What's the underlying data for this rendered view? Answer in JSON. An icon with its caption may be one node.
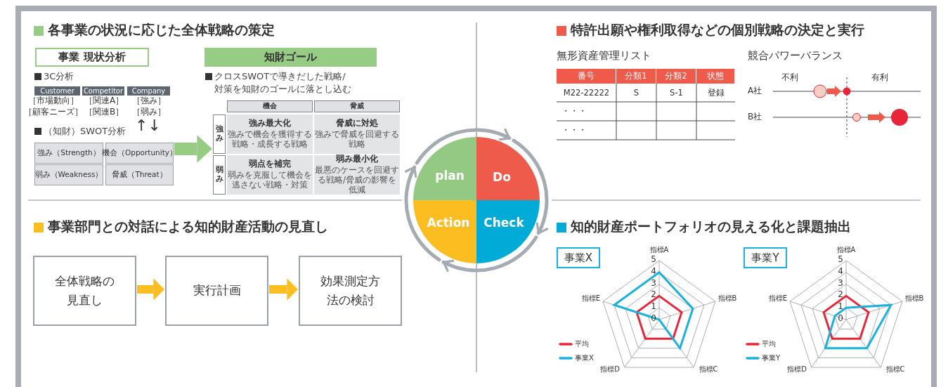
{
  "diagram": {
    "nodes": [
      {
        "text": [
          "事業 現状分析"
        ]
      },
      {
        "text": [
          "強み（Strength）"
        ]
      },
      {
        "text": [
          "機会（Opportunity）"
        ]
      },
      {
        "text": [
          "弱み（Weakness）"
        ]
      },
      {
        "text": [
          "脅威（Threat）"
        ]
      },
      {
        "text": [
          "知財ゴール"
        ]
      },
      {
        "text": [
          "機会"
        ]
      },
      {
        "text": [
          "脅威"
        ]
      },
      {
        "text": [
          "強み"
        ]
      },
      {
        "text": [
          "弱み"
        ]
      },
      {
        "text": [
          "強み最大化",
          "強みで機会を獲得する戦略・成長する戦略"
        ]
      },
      {
        "text": [
          "脅威に対処",
          "強みで脅威を回避する戦略"
        ]
      },
      {
        "text": [
          "弱点を補完",
          "弱みを克服して機会を逃さない戦略・対策"
        ]
      },
      {
        "text": [
          "弱み最小化",
          "最悪のケースを回避する戦略/脅威の影響を低減"
        ]
      },
      {
        "text": [
          "plan"
        ]
      },
      {
        "text": [
          "Do"
        ]
      },
      {
        "text": [
          "Action"
        ]
      },
      {
        "text": [
          "Check"
        ]
      },
      {
        "text": [
          "全体戦略の見直し"
        ]
      },
      {
        "text": [
          "実行計画"
        ]
      },
      {
        "text": [
          "効果測定方法の検討"
        ]
      },
      {
        "text": [
          "事業X"
        ]
      },
      {
        "text": [
          "事業Y"
        ]
      }
    ],
    "edges": [
      {
        "from": 2,
        "to": 8,
        "arrow": "to",
        "style": "thick",
        "color": "#97cc84"
      },
      {
        "from": 14,
        "to": 15,
        "arrow": "to"
      },
      {
        "from": 15,
        "to": 17,
        "arrow": "to"
      },
      {
        "from": 17,
        "to": 16,
        "arrow": "to"
      },
      {
        "from": 16,
        "to": 14,
        "arrow": "to"
      },
      {
        "from": 18,
        "to": 19,
        "arrow": "to",
        "style": "thick",
        "color": "#fbbd1f"
      },
      {
        "from": 19,
        "to": 20,
        "arrow": "to",
        "style": "thick",
        "color": "#fbbd1f"
      }
    ],
    "labels": [
      "各事業の状況に応じた全体戦略の策定",
      "3C分析",
      "Customer",
      "Competitor",
      "Company",
      "［市場動向］",
      "［関連A］",
      "［強み］",
      "［顧客ニーズ］",
      "［関連B］",
      "［弱み］",
      "（知財）SWOT分析",
      "↑↓",
      "クロスSWOTで導きだした戦略/対策を知財のゴールに落とし込む",
      "特許出願や権利取得などの個別戦略の決定と実行",
      "無形資産管理リスト",
      "競合パワーバランス",
      "番号",
      "分類1",
      "分類2",
      "状態",
      "M22-22222",
      "S",
      "S-1",
      "登録",
      "・・・",
      "・・・",
      "不利",
      "有利",
      "A社",
      "B社",
      "事業部門との対話による知的財産活動の見直し",
      "知的財産ポートフォリオの見える化と課題抽出",
      "指標A",
      "5",
      "4",
      "3",
      "2",
      "1",
      "0",
      "指標E",
      "指標B",
      "指標D",
      "指標C",
      "指標A",
      "5",
      "4",
      "3",
      "2",
      "1",
      "0",
      "指標E",
      "指標B",
      "指標D",
      "指標C"
    ],
    "legend": [
      {
        "text": "平均"
      },
      {
        "text": "事業X"
      },
      {
        "text": "平均"
      },
      {
        "text": "事業Y"
      }
    ]
  }
}
